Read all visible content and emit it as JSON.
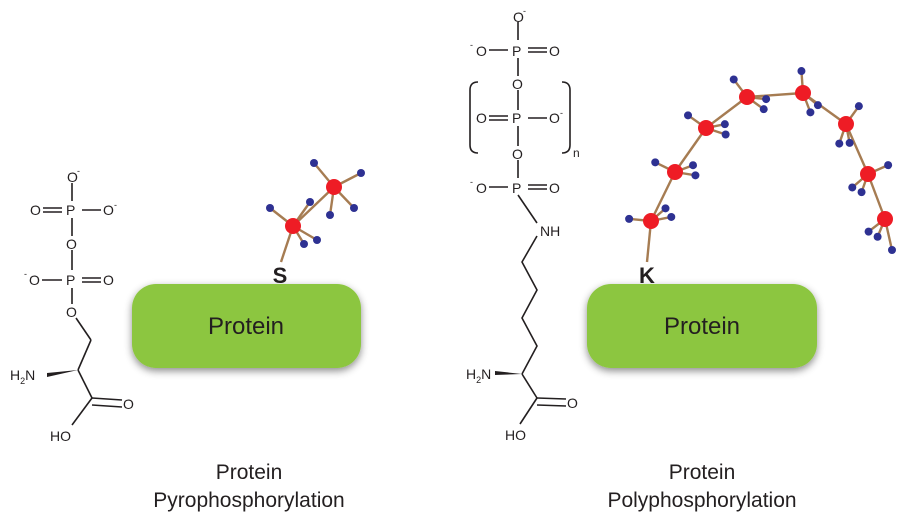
{
  "left": {
    "chem": {
      "o_top": "O",
      "o_top_charge": "-",
      "o_left1": "O",
      "p1": "P",
      "o_right1": "O",
      "o_right1_charge": "-",
      "o_bridge": "O",
      "o_left2": "O",
      "o_left2_charge": "-",
      "p2": "P",
      "o_right2": "O",
      "o_ester": "O",
      "h2n": "H",
      "h2n_sub": "2",
      "h2n_n": "N",
      "o_carbonyl": "O",
      "ho": "HO"
    },
    "protein_label": "Protein",
    "residue_label": "S",
    "caption_line1": "Protein",
    "caption_line2": "Pyrophosphorylation"
  },
  "right": {
    "chem": {
      "o_top": "O",
      "o_top_charge": "-",
      "o_left1": "O",
      "o_left1_charge": "-",
      "p1": "P",
      "o_right1": "O",
      "o_link1": "O",
      "o_left2": "O",
      "p2": "P",
      "o_right2": "O",
      "o_right2_charge": "-",
      "subscript_n": "n",
      "o_link2": "O",
      "o_left3": "O",
      "o_left3_charge": "-",
      "p3": "P",
      "o_right3": "O",
      "nh": "NH",
      "h2n": "H",
      "h2n_sub": "2",
      "h2n_n": "N",
      "o_carbonyl": "O",
      "ho": "HO"
    },
    "protein_label": "Protein",
    "residue_label": "K",
    "caption_line1": "Protein",
    "caption_line2": "Polyphosphorylation"
  },
  "colors": {
    "protein_fill": "#8cc63f",
    "phosphorus": "#ee1c25",
    "oxygen": "#2e3192",
    "bond": "#a67c52"
  }
}
